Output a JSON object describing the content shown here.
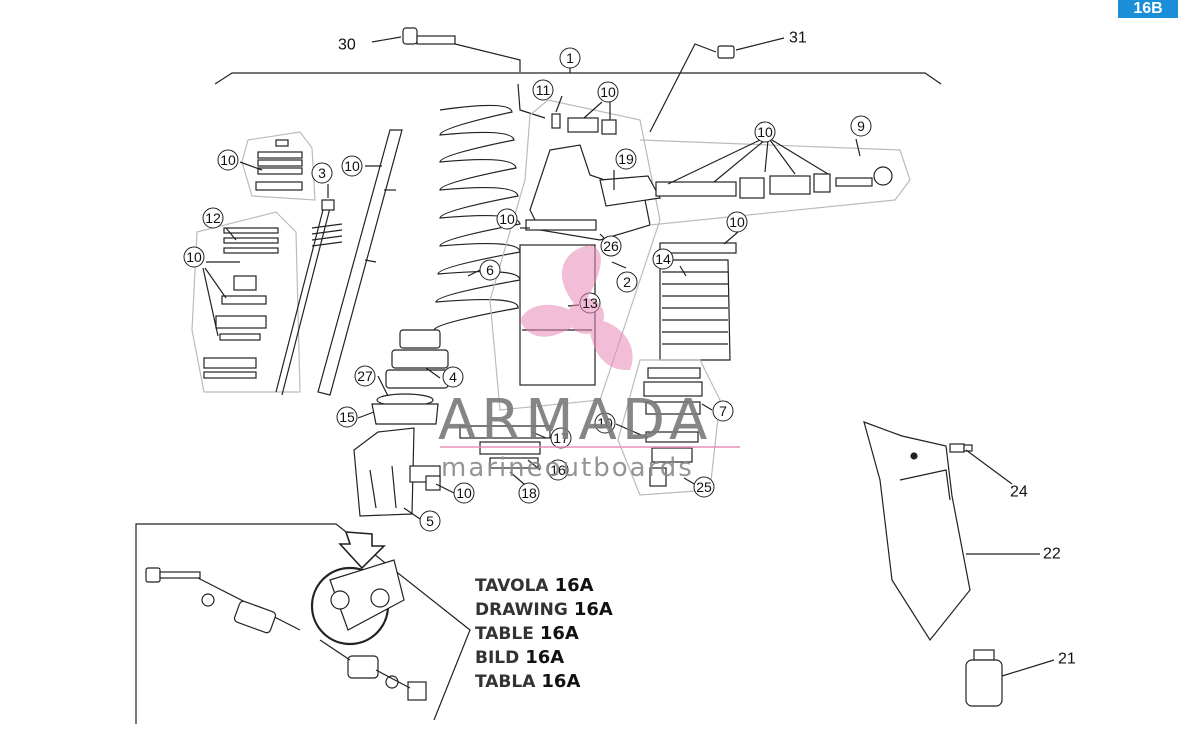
{
  "corner_badge": "16B",
  "watermark": {
    "brand": "ARMADA",
    "tagline": "marineoutboards",
    "brand_color": "#e88ab8"
  },
  "legend": {
    "rows": [
      {
        "word": "TAVOLA",
        "number": "16A"
      },
      {
        "word": "DRAWING",
        "number": "16A"
      },
      {
        "word": "TABLE",
        "number": "16A"
      },
      {
        "word": "BILD",
        "number": "16A"
      },
      {
        "word": "TABLA",
        "number": "16A"
      }
    ]
  },
  "callouts": {
    "c1": "1",
    "c2": "2",
    "c3": "3",
    "c4": "4",
    "c5": "5",
    "c6": "6",
    "c7": "7",
    "c9": "9",
    "c10": "10",
    "c11": "11",
    "c12": "12",
    "c13": "13",
    "c14": "14",
    "c15": "15",
    "c16": "16",
    "c17": "17",
    "c18": "18",
    "c19": "19",
    "c21": "21",
    "c22": "22",
    "c24": "24",
    "c25": "25",
    "c26": "26",
    "c27": "27",
    "c30": "30",
    "c31": "31"
  }
}
